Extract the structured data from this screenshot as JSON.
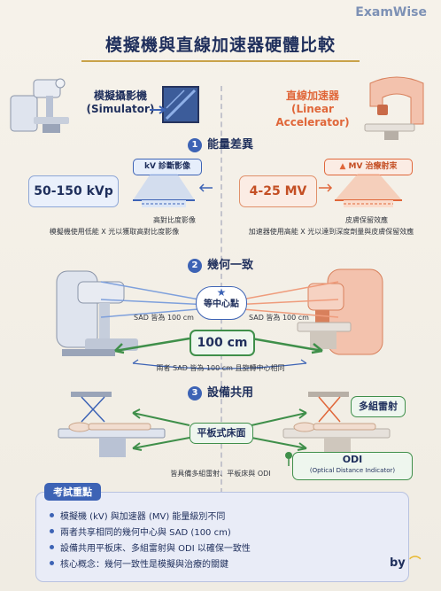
{
  "brand": "ExamWise",
  "title": "模擬機與直線加速器硬體比較",
  "simulator": {
    "name_zh": "模擬攝影機",
    "name_en": "(Simulator)"
  },
  "linac": {
    "name_zh": "直線加速器",
    "name_en": "(Linear Accelerator)"
  },
  "section1": {
    "number": "1",
    "title": "能量差異",
    "sim_energy": "50-150 kVp",
    "sim_tag": "kV 診斷影像",
    "sim_caption": "高對比度影像",
    "sim_desc": "模擬機使用低能 X 光以獲取高對比度影像",
    "linac_energy": "4-25 MV",
    "linac_tag": "MV 治療射束",
    "linac_caption": "皮膚保留效應",
    "linac_desc": "加速器使用高能 X 光以達到深度劑量與皮膚保留效應"
  },
  "section2": {
    "number": "2",
    "title": "幾何一致",
    "isocenter": "等中心點",
    "sad_left": "SAD 皆為 100 cm",
    "sad_right": "SAD 皆為 100 cm",
    "distance": "100 cm",
    "caption": "兩者 SAD 皆為 100 cm 且旋轉中心相同"
  },
  "section3": {
    "number": "3",
    "title": "設備共用",
    "center": "平板式床面",
    "lasers": "多組雷射",
    "odi": "ODI",
    "odi_full": "(Optical Distance Indicator)",
    "caption": "皆具備多組雷射、平板床與 ODI"
  },
  "summary": {
    "title": "考試重點",
    "items": [
      "模擬機 (kV) 與加速器 (MV) 能量級別不同",
      "兩者共享相同的幾何中心與 SAD (100 cm)",
      "設備共用平板床、多組雷射與 ODI 以確保一致性",
      "核心概念：幾何一致性是模擬與治療的關鍵"
    ]
  },
  "signature": "by",
  "colors": {
    "navy": "#1f2f5c",
    "blue": "#3d63b5",
    "orange": "#e0673a",
    "green": "#3f8f4a",
    "gold": "#c9a24a"
  }
}
